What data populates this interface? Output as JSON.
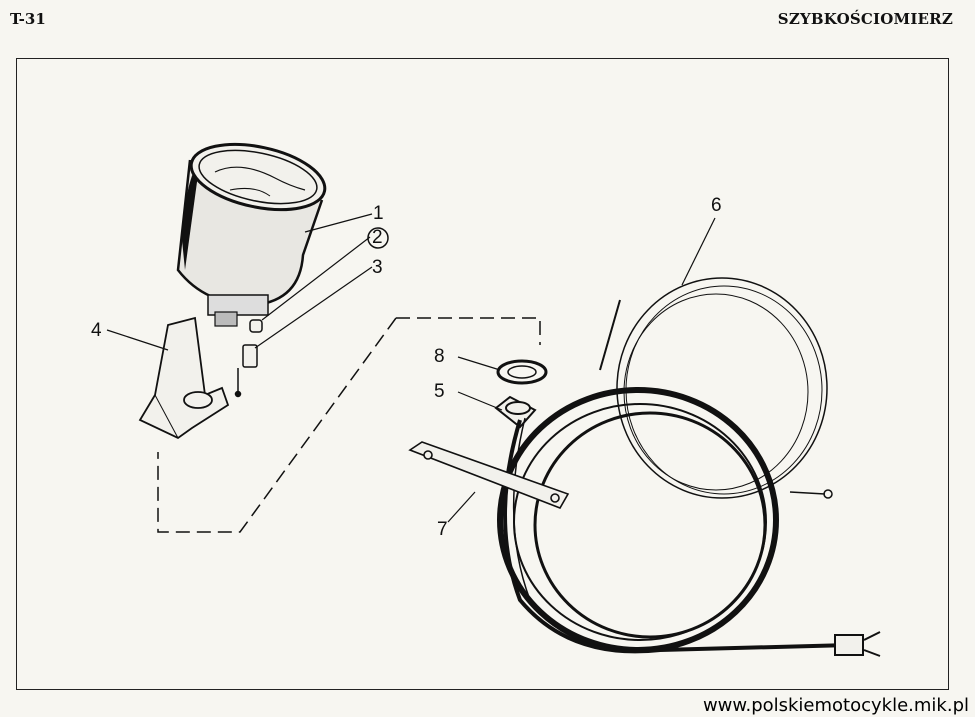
{
  "header": {
    "code": "T-31",
    "title": "SZYBKOŚCIOMIERZ"
  },
  "callouts": [
    {
      "id": "1",
      "label": "1"
    },
    {
      "id": "2",
      "label": "2"
    },
    {
      "id": "3",
      "label": "3"
    },
    {
      "id": "4",
      "label": "4"
    },
    {
      "id": "5",
      "label": "5"
    },
    {
      "id": "6",
      "label": "6"
    },
    {
      "id": "7",
      "label": "7"
    },
    {
      "id": "8",
      "label": "8"
    }
  ],
  "footer": {
    "website": "www.polskiemotocykle.mik.pl"
  },
  "colors": {
    "paper": "#f7f6f1",
    "ink": "#111111"
  }
}
